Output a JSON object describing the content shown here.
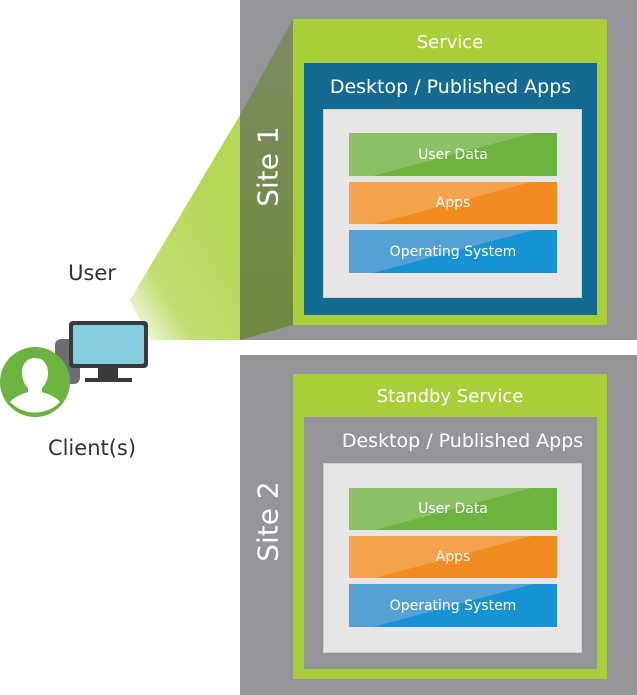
{
  "client": {
    "user_label": "User",
    "clients_label": "Client(s)",
    "icons": [
      "user-avatar-icon",
      "desktop-monitor-icon"
    ]
  },
  "sites": [
    {
      "label": "Site 1",
      "service_label": "Service",
      "desktop_label": "Desktop / Published Apps",
      "layers": [
        {
          "label": "User Data",
          "color": "#6db33f"
        },
        {
          "label": "Apps",
          "color": "#f28c20"
        },
        {
          "label": "Operating System",
          "color": "#1793d3"
        }
      ]
    },
    {
      "label": "Site 2",
      "service_label": "Standby Service",
      "desktop_label": "Desktop / Published Apps",
      "layers": [
        {
          "label": "User Data",
          "color": "#6db33f"
        },
        {
          "label": "Apps",
          "color": "#f28c20"
        },
        {
          "label": "Operating System",
          "color": "#1793d3"
        }
      ]
    }
  ],
  "colors": {
    "site_background": "#939598",
    "service_border": "#a9cf38",
    "active_desktop": "#156a94",
    "standby_desktop": "#939598",
    "panel": "#e6e6e6",
    "avatar": "#6db33f",
    "monitor_screen": "#86cce0"
  }
}
